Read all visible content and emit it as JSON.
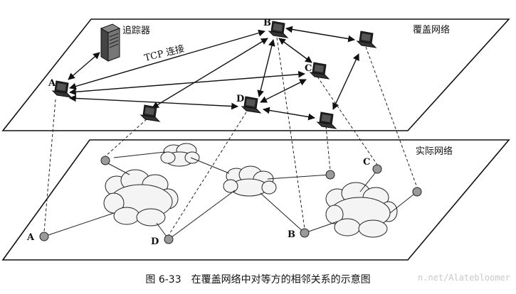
{
  "overlay": {
    "plane_label": "覆盖网络",
    "tracker_label": "追踪器",
    "tcp_label": "TCP 连接",
    "nodes": [
      {
        "id": "A",
        "label": "A"
      },
      {
        "id": "B",
        "label": "B"
      },
      {
        "id": "C",
        "label": "C"
      },
      {
        "id": "D",
        "label": "D"
      },
      {
        "id": "E",
        "label": ""
      },
      {
        "id": "F",
        "label": ""
      },
      {
        "id": "G",
        "label": ""
      }
    ]
  },
  "physical": {
    "plane_label": "实际网络",
    "hosts": [
      {
        "id": "A",
        "label": "A"
      },
      {
        "id": "D",
        "label": "D"
      },
      {
        "id": "B",
        "label": "B"
      },
      {
        "id": "C",
        "label": "C"
      }
    ]
  },
  "caption": {
    "number": "图 6-33",
    "text": "在覆盖网络中对等方的相邻关系的示意图"
  },
  "watermark": "n.net/Alatebloomer"
}
